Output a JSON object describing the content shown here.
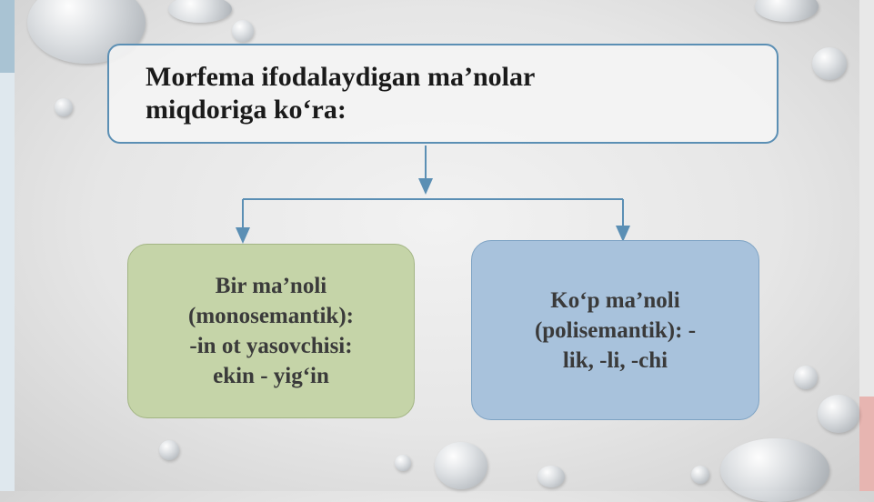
{
  "diagram": {
    "root": {
      "line1": "Morfema ifodalaydigan ma’nolar",
      "line2": "miqdoriga ko‘ra:"
    },
    "children": [
      {
        "lines": [
          "Bir ma’noli",
          "(monosemantik):",
          "-in ot yasovchisi:",
          "ekin - yig‘in"
        ]
      },
      {
        "lines": [
          "Ko‘p ma’noli",
          "(polisemantik): -",
          "lik, -li, -chi"
        ]
      }
    ]
  },
  "colors": {
    "root_border": "#5b8fb4",
    "left_fill": "#c5d4a8",
    "right_fill": "#a8c2dc",
    "connector": "#5b8fb4"
  }
}
